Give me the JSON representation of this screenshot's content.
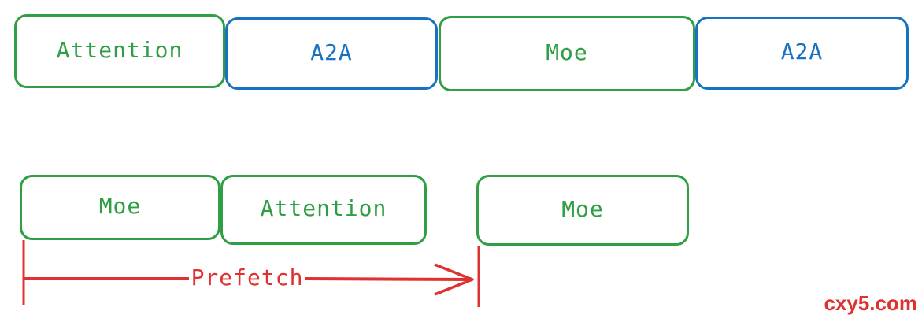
{
  "row1": [
    {
      "label": "Attention",
      "color": "#2f9e44"
    },
    {
      "label": "A2A",
      "color": "#1971c2"
    },
    {
      "label": "Moe",
      "color": "#2f9e44"
    },
    {
      "label": "A2A",
      "color": "#1971c2"
    }
  ],
  "row2": [
    {
      "label": "Moe",
      "color": "#2f9e44"
    },
    {
      "label": "Attention",
      "color": "#2f9e44"
    },
    {
      "label": "Moe",
      "color": "#2f9e44"
    }
  ],
  "prefetch": {
    "label": "Prefetch",
    "color": "#e03131"
  },
  "watermark": "cxy5.com"
}
